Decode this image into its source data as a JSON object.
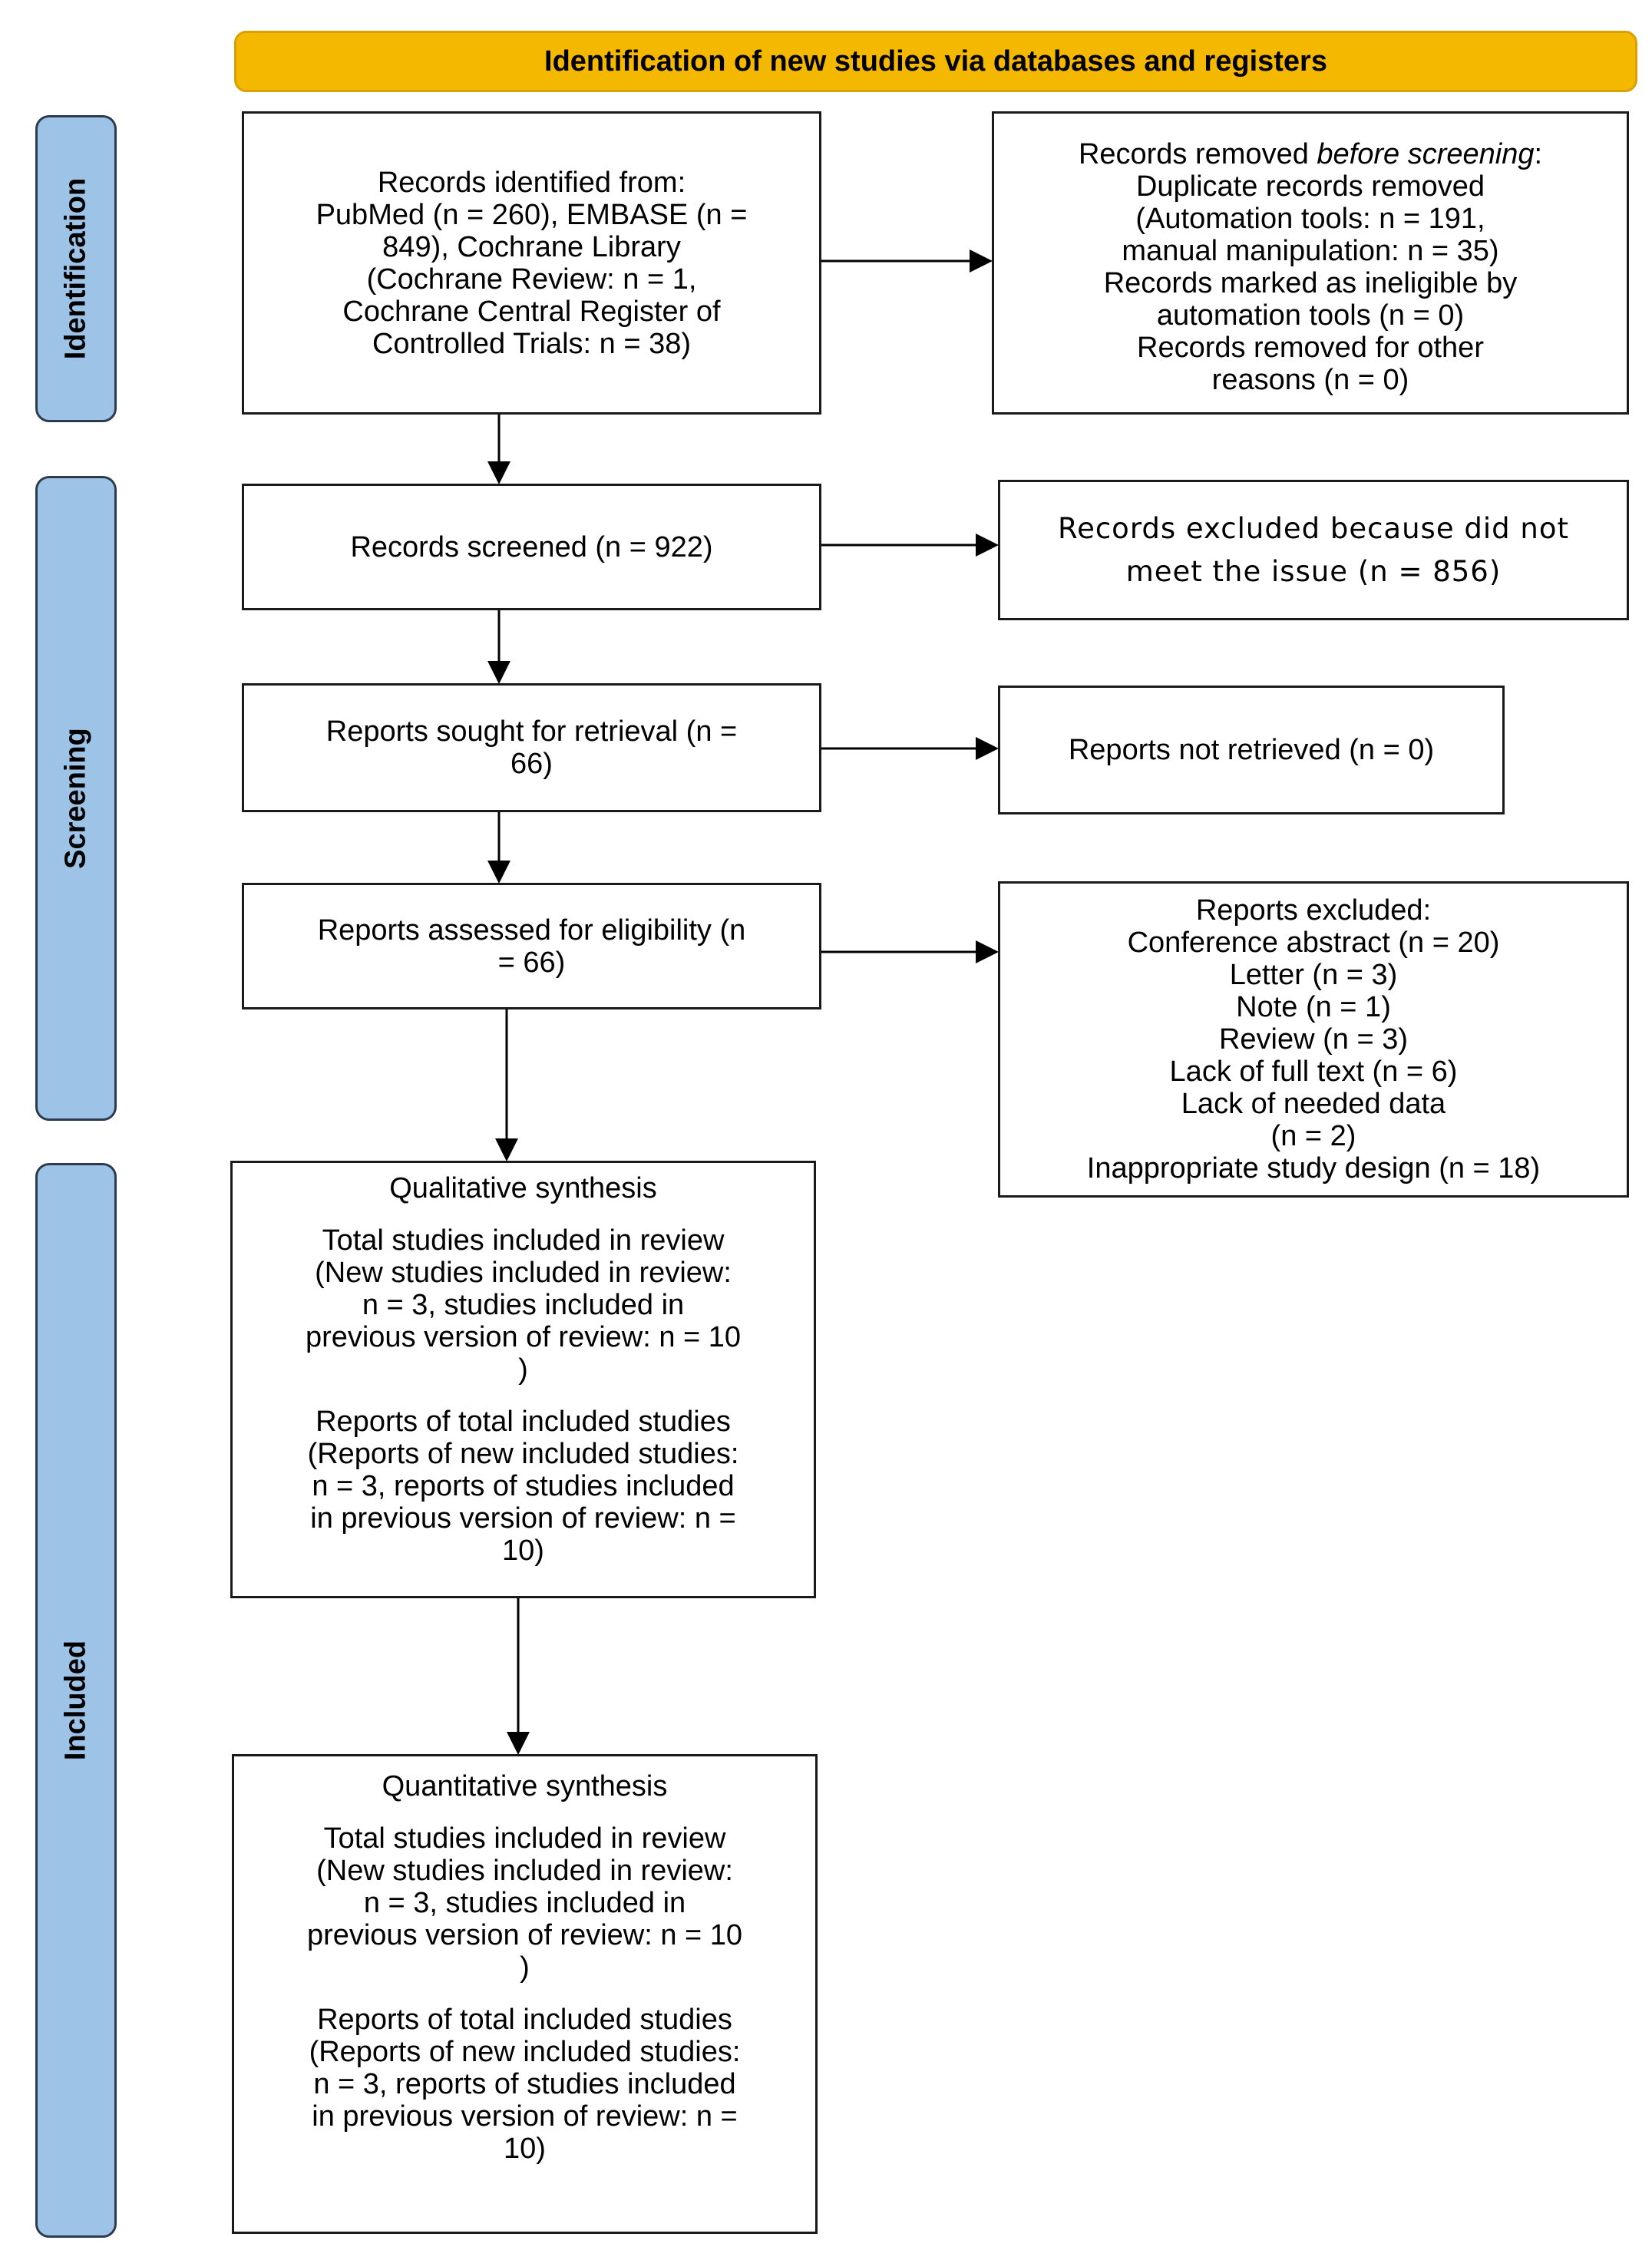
{
  "banner": "Identification of new studies via databases and registers",
  "phases": {
    "identification": "Identification",
    "screening": "Screening",
    "included": "Included"
  },
  "boxes": {
    "identified": [
      "Records identified from:",
      "PubMed (n = 260), EMBASE (n =",
      "849), Cochrane Library",
      "(Cochrane Review: n = 1,",
      "Cochrane Central Register of",
      "Controlled Trials: n = 38)"
    ],
    "removed": {
      "title_prefix": "Records removed ",
      "title_italic": "before screening",
      "title_suffix": ":",
      "lines": [
        "Duplicate records removed",
        "(Automation tools: n = 191,",
        "manual manipulation: n = 35)",
        "Records marked as ineligible by",
        "automation tools (n = 0)",
        "Records removed for other",
        "reasons (n = 0)"
      ]
    },
    "screened": [
      "Records screened (n = 922)"
    ],
    "excluded": [
      "Records excluded because did not",
      "meet the issue (n = 856)"
    ],
    "sought": [
      "Reports sought for retrieval (n =",
      "66)"
    ],
    "not_retrieved": [
      "Reports not retrieved (n = 0)"
    ],
    "assessed": [
      "Reports assessed for eligibility (n",
      "= 66)"
    ],
    "reports_excluded": [
      "Reports excluded:",
      "Conference abstract (n = 20)",
      "Letter (n = 3)",
      "Note (n = 1)",
      "Review (n = 3)",
      "Lack of full text (n = 6)",
      "Lack of needed data",
      "(n = 2)",
      "Inappropriate study design (n = 18)"
    ],
    "qualitative": {
      "title": "Qualitative synthesis",
      "para1": [
        "Total studies included in review",
        "(New studies included in review:",
        "n = 3, studies included in",
        "previous version of review: n = 10",
        ")"
      ],
      "para2": [
        "Reports of total included studies",
        "(Reports of new included studies:",
        "n = 3, reports of studies included",
        "in previous version of review: n =",
        "10)"
      ]
    },
    "quantitative": {
      "title": "Quantitative synthesis",
      "para1": [
        "Total studies included in review",
        "(New studies included in review:",
        "n = 3, studies included in",
        "previous version of review: n = 10",
        ")"
      ],
      "para2": [
        "Reports of total included studies",
        "(Reports of new included studies:",
        "n = 3, reports of studies included",
        "in previous version of review: n =",
        "10)"
      ]
    }
  }
}
